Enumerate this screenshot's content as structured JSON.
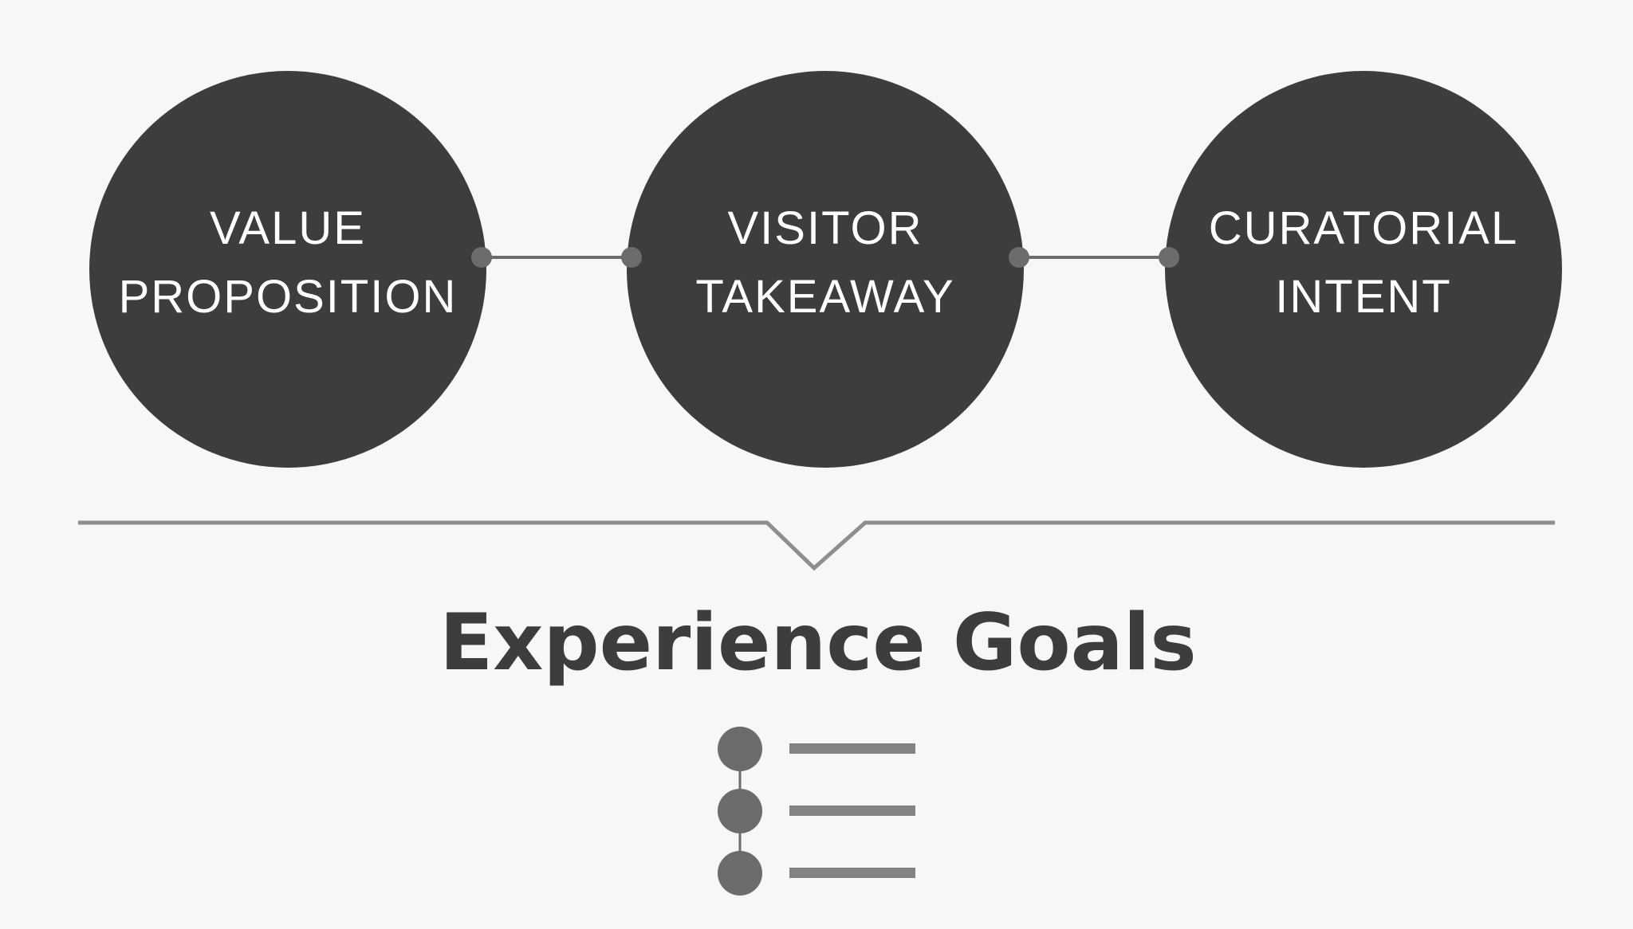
{
  "colors": {
    "background": "#f6f7f6",
    "circle_fill": "#3d3d3d",
    "connector": "#6b6c6e",
    "bracket": "#8e8e8e",
    "title": "#3d3d3d",
    "list_dot": "#6b6c6e",
    "list_bar": "#828385"
  },
  "circles": [
    {
      "id": "value-proposition",
      "lines": [
        "VALUE",
        "PROPOSITION"
      ]
    },
    {
      "id": "visitor-takeaway",
      "lines": [
        "VISITOR",
        "TAKEAWAY"
      ]
    },
    {
      "id": "curatorial-intent",
      "lines": [
        "CURATORIAL",
        "INTENT"
      ]
    }
  ],
  "goals": {
    "title": "Experience Goals",
    "list_icon": "list-timeline-icon",
    "item_count": 3
  }
}
